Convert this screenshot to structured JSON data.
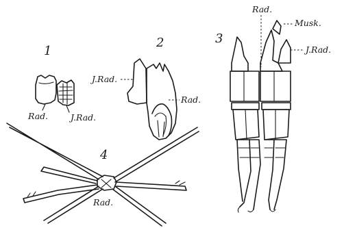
{
  "figures": [
    {
      "number": "1",
      "labels": [
        "Rad.",
        "J.Rad."
      ]
    },
    {
      "number": "2",
      "labels": [
        "J.Rad.",
        "Rad."
      ]
    },
    {
      "number": "3",
      "labels": [
        "Rad.",
        "Musk.",
        "J.Rad."
      ]
    },
    {
      "number": "4",
      "labels": [
        "Rad."
      ]
    }
  ]
}
